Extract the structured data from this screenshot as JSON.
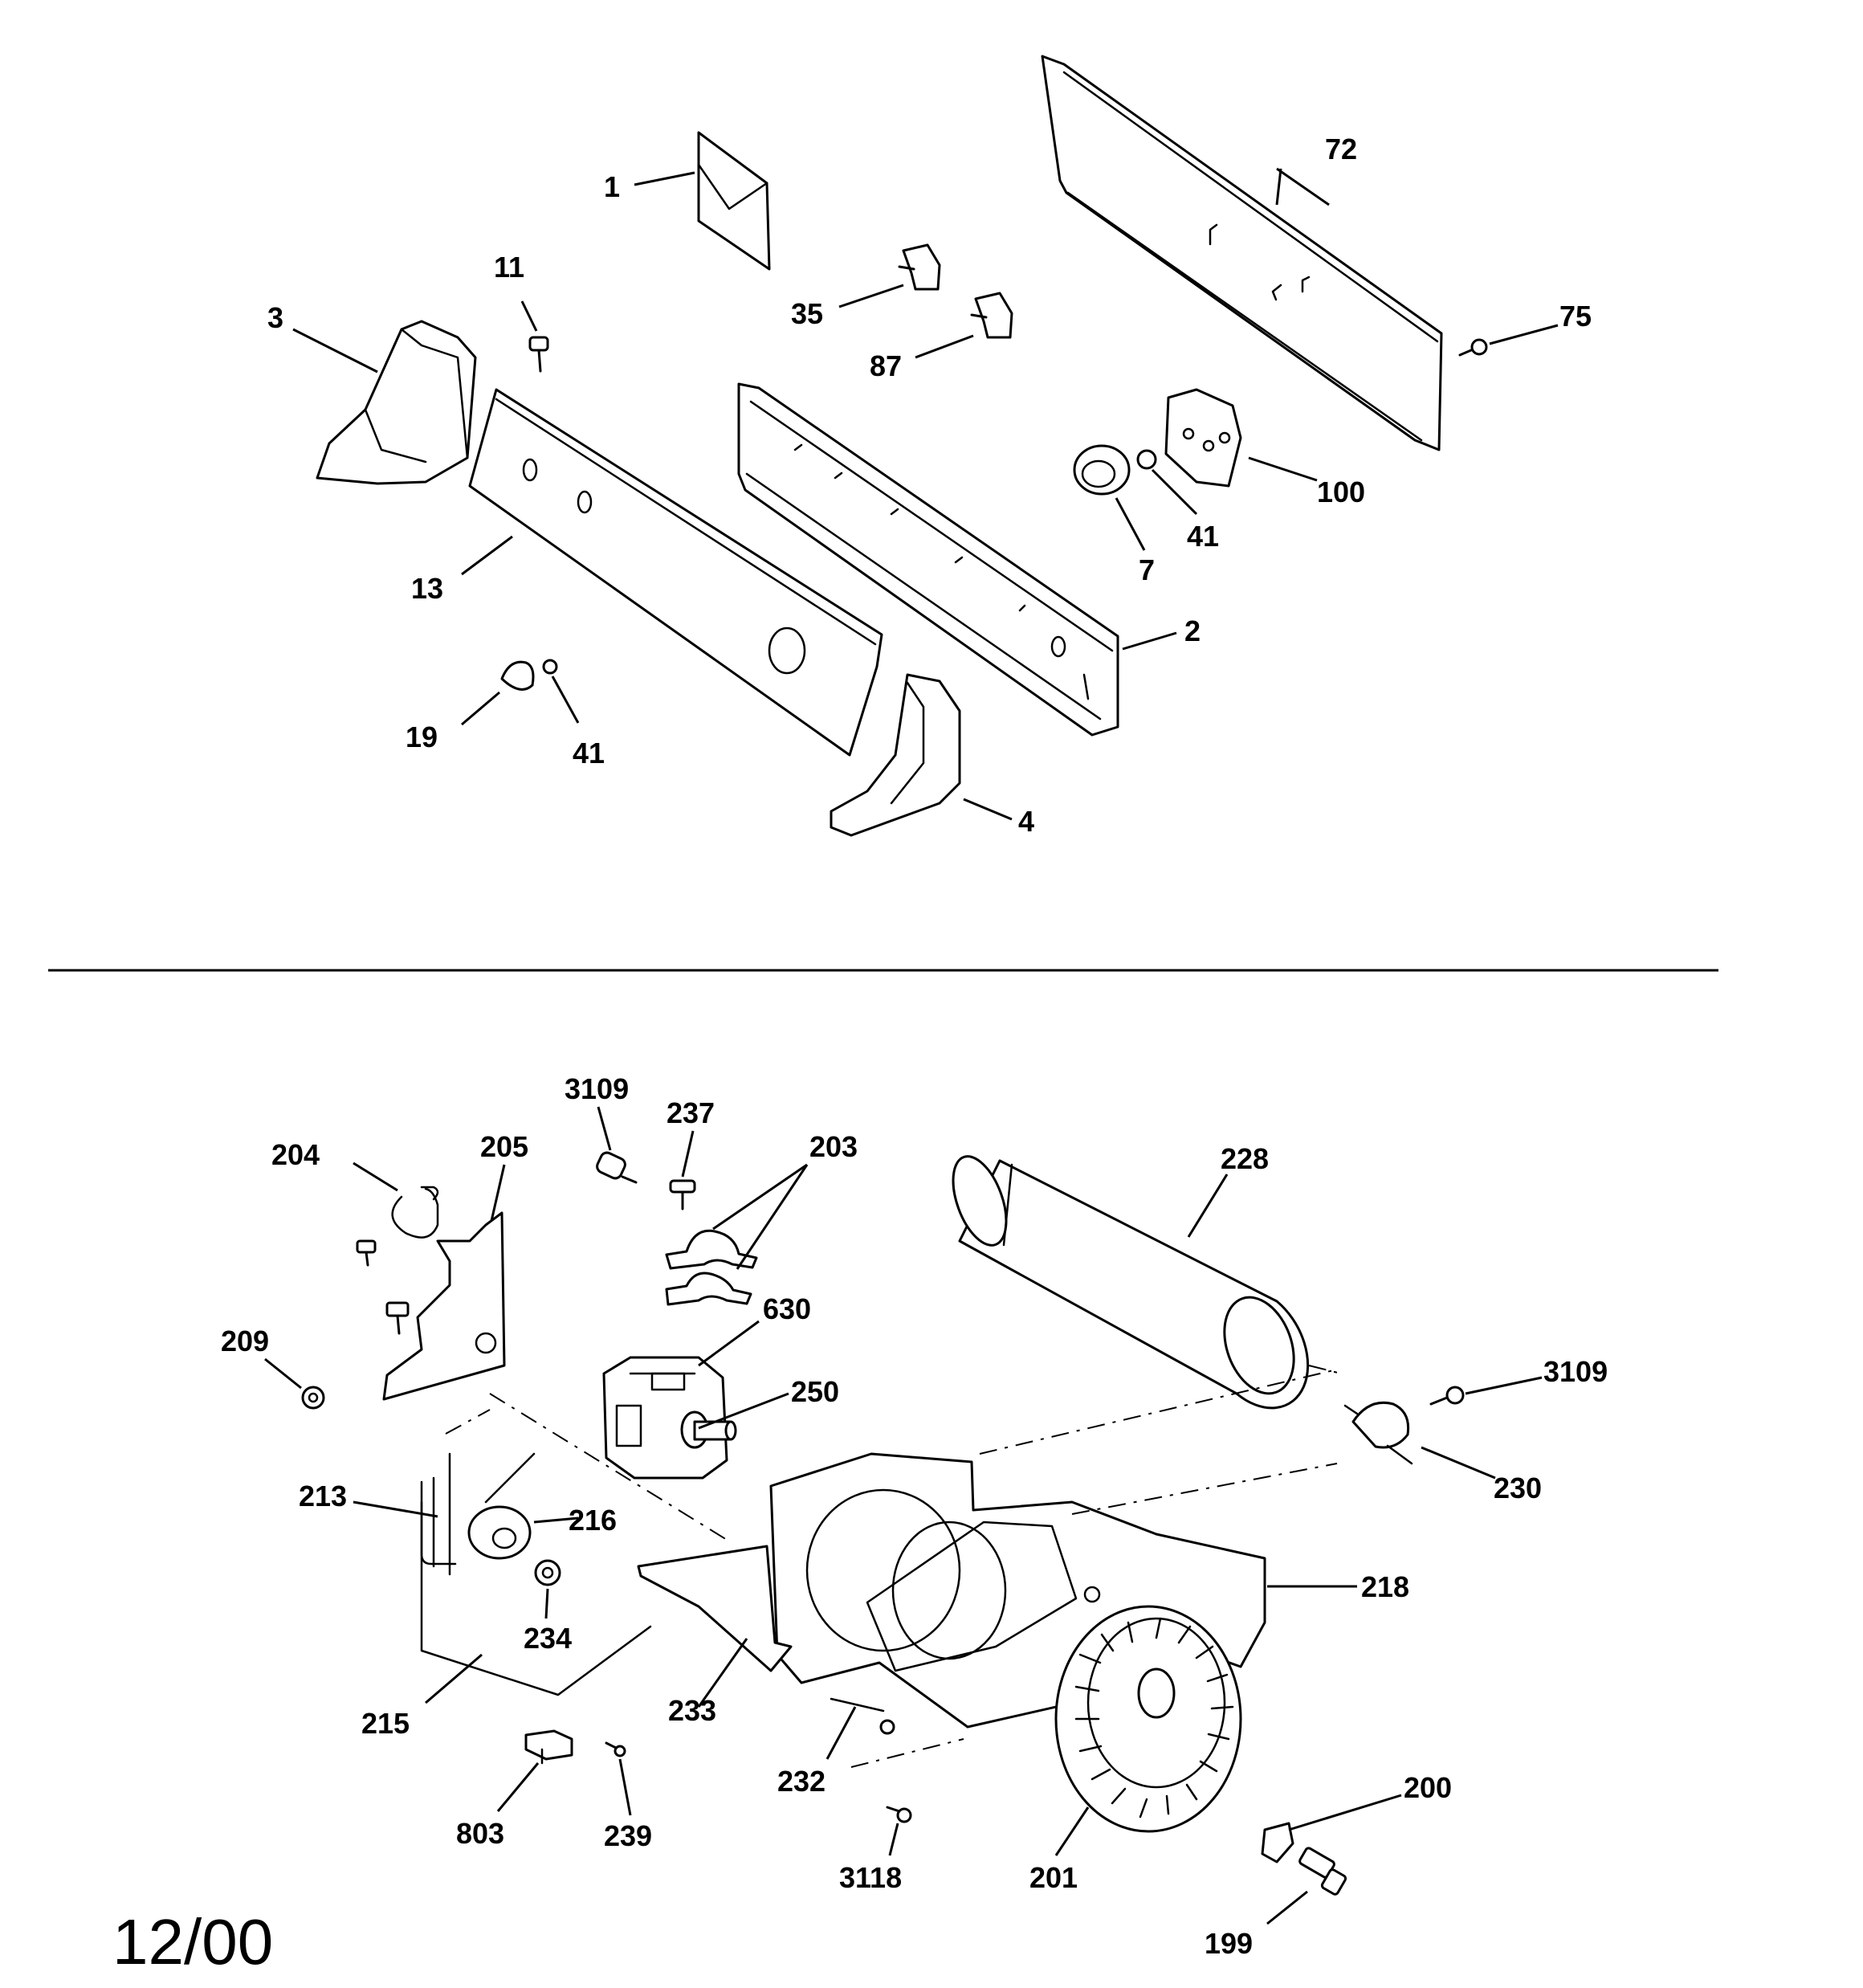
{
  "callouts": {
    "c1": "1",
    "c72": "72",
    "c11": "11",
    "c35": "35",
    "c87": "87",
    "c75": "75",
    "c3": "3",
    "c100": "100",
    "c41a": "41",
    "c7": "7",
    "c13": "13",
    "c2": "2",
    "c19": "19",
    "c41b": "41",
    "c4": "4",
    "c3109a": "3109",
    "c237": "237",
    "c203": "203",
    "c204": "204",
    "c205": "205",
    "c228": "228",
    "c630": "630",
    "c209": "209",
    "c250": "250",
    "c3109b": "3109",
    "c213": "213",
    "c216": "216",
    "c230": "230",
    "c218": "218",
    "c234": "234",
    "c215": "215",
    "c233": "233",
    "c232": "232",
    "c200": "200",
    "c803": "803",
    "c239": "239",
    "c3118": "3118",
    "c201": "201",
    "c199": "199"
  },
  "footer": {
    "date": "12/00"
  }
}
